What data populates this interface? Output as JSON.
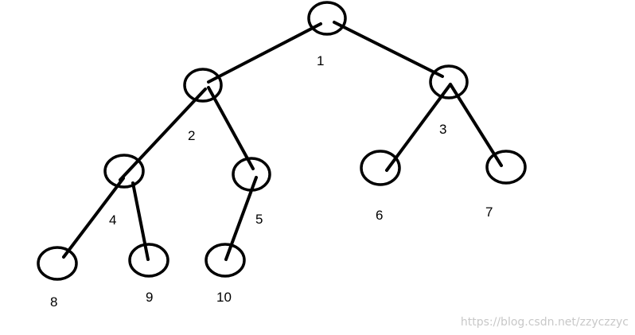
{
  "tree": {
    "nodes": [
      {
        "id": "1",
        "label": "1"
      },
      {
        "id": "2",
        "label": "2"
      },
      {
        "id": "3",
        "label": "3"
      },
      {
        "id": "4",
        "label": "4"
      },
      {
        "id": "5",
        "label": "5"
      },
      {
        "id": "6",
        "label": "6"
      },
      {
        "id": "7",
        "label": "7"
      },
      {
        "id": "8",
        "label": "8"
      },
      {
        "id": "9",
        "label": "9"
      },
      {
        "id": "10",
        "label": "10"
      }
    ],
    "edges": [
      [
        "1",
        "2"
      ],
      [
        "1",
        "3"
      ],
      [
        "2",
        "4"
      ],
      [
        "2",
        "5"
      ],
      [
        "3",
        "6"
      ],
      [
        "3",
        "7"
      ],
      [
        "4",
        "8"
      ],
      [
        "4",
        "9"
      ],
      [
        "5",
        "10"
      ]
    ]
  },
  "watermark": "https://blog.csdn.net/zzyczzyc"
}
